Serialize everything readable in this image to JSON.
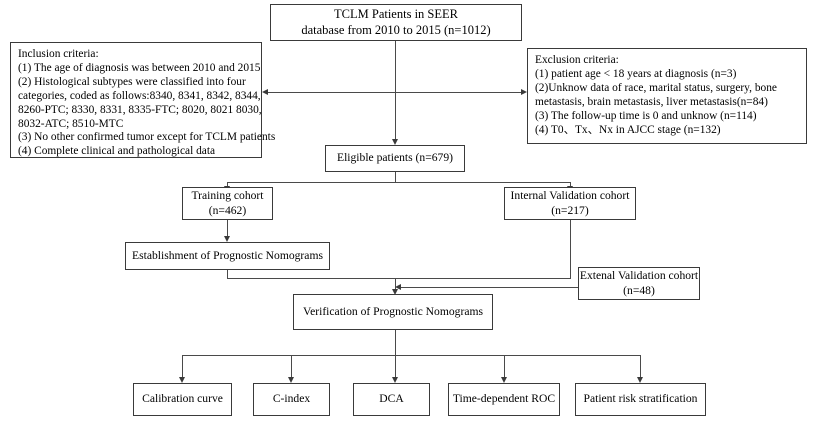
{
  "figure": {
    "kind": "study-flowchart",
    "line_color": "#4a4a4a",
    "box_border_color": "#3a3a3a",
    "background": "#ffffff"
  },
  "nodes": {
    "source": {
      "label": "TCLM Patients  in SEER\ndatabase from 2010 to 2015 (n=1012)",
      "line1": "TCLM Patients  in SEER",
      "line2": "database from 2010 to 2015 (n=1012)",
      "count": "n=1012"
    },
    "inclusion": {
      "title": "Inclusion criteria:",
      "lines": [
        "Inclusion criteria:",
        "(1) The age of diagnosis was between 2010 and 2015",
        "(2) Histological subtypes were classified into four",
        "categories, coded as follows:8340, 8341, 8342, 8344,",
        "8260-PTC; 8330, 8331, 8335-FTC; 8020, 8021 8030,",
        "8032-ATC; 8510-MTC",
        "(3) No other confirmed tumor except for TCLM patients",
        "(4) Complete clinical and pathological data"
      ]
    },
    "exclusion": {
      "title": "Exclusion criteria:",
      "lines": [
        "Exclusion criteria:",
        "(1) patient age < 18 years at diagnosis (n=3)",
        "(2)Unknow data of race, marital status, surgery, bone",
        " metastasis, brain metastasis, liver metastasis(n=84)",
        "(3) The follow-up time is 0 and unknow (n=114)",
        "(4) T0、Tx、Nx in AJCC stage (n=132)"
      ]
    },
    "eligible": {
      "label": "Eligible patients (n=679)",
      "count": "n=679"
    },
    "training": {
      "line1": "Training cohort",
      "line2": "(n=462)",
      "count": "n=462"
    },
    "internal_validation": {
      "line1": "Internal Validation cohort",
      "line2": "(n=217)",
      "count": "n=217"
    },
    "external_validation": {
      "line1": "Extenal Validation cohort",
      "line2": "(n=48)",
      "count": "n=48"
    },
    "establishment": {
      "label": "Establishment of Prognostic Nomograms"
    },
    "verification": {
      "label": "Verification of Prognostic Nomograms"
    }
  },
  "outcomes": [
    {
      "label": "Calibration curve"
    },
    {
      "label": "C-index"
    },
    {
      "label": "DCA"
    },
    {
      "label": "Time-dependent ROC"
    },
    {
      "label": "Patient risk stratification"
    }
  ]
}
